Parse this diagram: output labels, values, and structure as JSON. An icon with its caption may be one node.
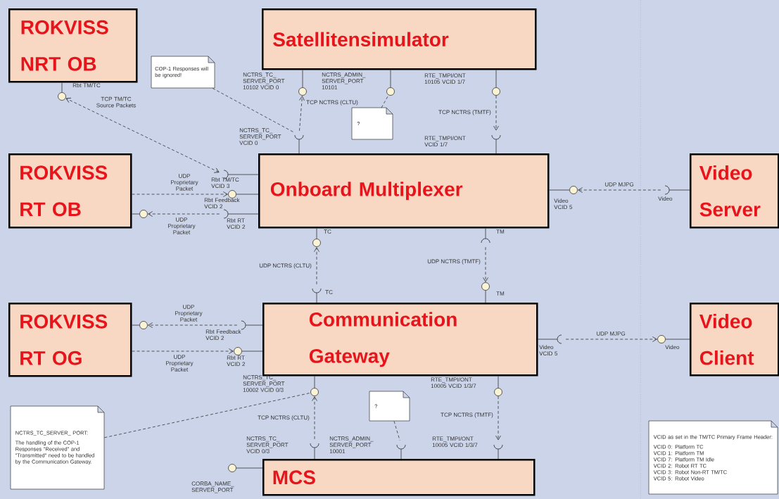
{
  "diagram": {
    "nodes": [
      {
        "text": [
          "ROKVISS NRT OB"
        ]
      },
      {
        "text": [
          "Satellitensimulator"
        ]
      },
      {
        "text": [
          "ROKVISS RT OB"
        ]
      },
      {
        "text": [
          "Onboard Multiplexer"
        ]
      },
      {
        "text": [
          "Video Server"
        ]
      },
      {
        "text": [
          "ROKVISS RT OG"
        ]
      },
      {
        "text": [
          "Communication Gateway"
        ]
      },
      {
        "text": [
          "Video Client"
        ]
      },
      {
        "text": [
          "MCS"
        ]
      },
      {
        "text": [
          "COP-1 Responses will be ignored!"
        ]
      },
      {
        "text": [
          "?"
        ]
      },
      {
        "text": [
          "?"
        ]
      },
      {
        "text": [
          "NCTRS_TC_SERVER_ PORT:",
          "The handling of the COP-1 Responses \"Received\" and \"Transmitted\" need to be handled by the Communication Gateway."
        ]
      },
      {
        "text": [
          "VCID as set in the TM/TC Primary Frame Header:",
          "VCID 0: Platform TC",
          "VCID 1: Platform TM",
          "VCID 7: Platform TM Idle",
          "VCID 2: Robot RT TC",
          "VCID 3: Robot Non-RT TM/TC",
          "VCID 5: Robot Video"
        ]
      },
      {
        "text": [],
        "shape": "circle"
      },
      {
        "text": [],
        "shape": "circle"
      },
      {
        "text": [],
        "shape": "circle"
      },
      {
        "text": [],
        "shape": "circle"
      },
      {
        "text": [],
        "shape": "socket"
      },
      {
        "text": [],
        "shape": "socket"
      },
      {
        "text": [],
        "shape": "socket"
      },
      {
        "text": [],
        "shape": "circle"
      },
      {
        "text": [],
        "shape": "socket"
      },
      {
        "text": [],
        "shape": "circle"
      },
      {
        "text": [],
        "shape": "circle"
      },
      {
        "text": [],
        "shape": "socket"
      },
      {
        "text": [],
        "shape": "circle"
      },
      {
        "text": [],
        "shape": "socket"
      },
      {
        "text": [],
        "shape": "socket"
      },
      {
        "text": [],
        "shape": "circle"
      },
      {
        "text": [],
        "shape": "circle"
      },
      {
        "text": [],
        "shape": "socket"
      },
      {
        "text": [],
        "shape": "circle"
      },
      {
        "text": [],
        "shape": "socket"
      },
      {
        "text": [],
        "shape": "circle"
      },
      {
        "text": [],
        "shape": "circle"
      },
      {
        "text": [],
        "shape": "circle"
      },
      {
        "text": [],
        "shape": "socket"
      },
      {
        "text": [],
        "shape": "socket"
      },
      {
        "text": [],
        "shape": "socket"
      },
      {
        "text": [],
        "shape": "circle"
      }
    ],
    "edges": [
      {
        "from": 0,
        "to": 14,
        "arrow": "none"
      },
      {
        "from": 1,
        "to": 15,
        "arrow": "none"
      },
      {
        "from": 1,
        "to": 16,
        "arrow": "none"
      },
      {
        "from": 1,
        "to": 17,
        "arrow": "none"
      },
      {
        "from": 3,
        "to": 18,
        "arrow": "none"
      },
      {
        "from": 3,
        "to": 19,
        "arrow": "none"
      },
      {
        "from": 3,
        "to": 20,
        "arrow": "none"
      },
      {
        "from": 3,
        "to": 21,
        "arrow": "none"
      },
      {
        "from": 3,
        "to": 22,
        "arrow": "none"
      },
      {
        "from": 2,
        "to": 23,
        "arrow": "none"
      },
      {
        "from": 3,
        "to": 24,
        "arrow": "none"
      },
      {
        "from": 4,
        "to": 25,
        "arrow": "none"
      },
      {
        "from": 3,
        "to": 26,
        "arrow": "none"
      },
      {
        "from": 3,
        "to": 27,
        "arrow": "none"
      },
      {
        "from": 6,
        "to": 28,
        "arrow": "none"
      },
      {
        "from": 6,
        "to": 29,
        "arrow": "none"
      },
      {
        "from": 5,
        "to": 30,
        "arrow": "none"
      },
      {
        "from": 6,
        "to": 31,
        "arrow": "none"
      },
      {
        "from": 6,
        "to": 32,
        "arrow": "none"
      },
      {
        "from": 6,
        "to": 33,
        "arrow": "none"
      },
      {
        "from": 7,
        "to": 34,
        "arrow": "none"
      },
      {
        "from": 6,
        "to": 35,
        "arrow": "none"
      },
      {
        "from": 6,
        "to": 36,
        "arrow": "none"
      },
      {
        "from": 8,
        "to": 37,
        "arrow": "none"
      },
      {
        "from": 8,
        "to": 38,
        "arrow": "none"
      },
      {
        "from": 8,
        "to": 39,
        "arrow": "none"
      },
      {
        "from": 8,
        "to": 40,
        "arrow": "none"
      },
      {
        "from": 20,
        "to": 14,
        "arrow": "both",
        "style": "dashed",
        "label": "TCP TM/TC Source Packets"
      },
      {
        "from": 2,
        "to": 21,
        "arrow": "to",
        "style": "dashed",
        "label": "UDP Proprietary Packet"
      },
      {
        "from": 22,
        "to": 23,
        "arrow": "to",
        "style": "dashed",
        "label": "UDP Proprietary Packet"
      },
      {
        "from": 18,
        "to": 15,
        "arrow": "to",
        "style": "dashed",
        "label": "TCP NCTRS (CLTU)"
      },
      {
        "from": 17,
        "to": 19,
        "arrow": "to",
        "style": "dashed",
        "label": "TCP NCTRS (TMTF)"
      },
      {
        "from": 25,
        "to": 24,
        "arrow": "to",
        "style": "dashed",
        "label": "UDP MJPG"
      },
      {
        "from": 28,
        "to": 26,
        "arrow": "to",
        "style": "dashed",
        "label": "UDP NCTRS (CLTU)"
      },
      {
        "from": 27,
        "to": 29,
        "arrow": "to",
        "style": "dashed",
        "label": "UDP NCTRS (TMTF)"
      },
      {
        "from": 31,
        "to": 30,
        "arrow": "to",
        "style": "dashed",
        "label": "UDP Proprietary Packet"
      },
      {
        "from": 5,
        "to": 32,
        "arrow": "to",
        "style": "dashed",
        "label": "UDP Proprietary Packet"
      },
      {
        "from": 33,
        "to": 34,
        "arrow": "to",
        "style": "dashed",
        "label": "UDP MJPG"
      },
      {
        "from": 37,
        "to": 35,
        "arrow": "to",
        "style": "dashed",
        "label": "TCP NCTRS (CLTU)"
      },
      {
        "from": 36,
        "to": 39,
        "arrow": "to",
        "style": "dashed",
        "label": "TCP NCTRS (TMTF)"
      },
      {
        "from": 9,
        "to": 18,
        "arrow": "none",
        "style": "dashed"
      },
      {
        "from": 10,
        "to": 16,
        "arrow": "none",
        "style": "dashed"
      },
      {
        "from": 11,
        "to": 38,
        "arrow": "none",
        "style": "dashed"
      },
      {
        "from": 12,
        "to": 35,
        "arrow": "none",
        "style": "dashed"
      }
    ],
    "labels": [
      "Rbt TM/TC",
      "NCTRS_TC_ SERVER_PORT 10102 VCID 0",
      "NCTRS_ADMIN_ SERVER_PORT 10101",
      "RTE_TMPI/ONT 10105 VCID 1/7",
      "NCTRS_TC_ SERVER_PORT VCID 0",
      "RTE_TMPI/ONT VCID 1/7",
      "Rbt TM/TC VCID 3",
      "Rbt Feedback VCID 2",
      "Rbt RT VCID 2",
      "Video VCID 5",
      "Video",
      "TC",
      "TM",
      "TC",
      "TM",
      "Rbt Feedback VCID 2",
      "Rbt RT VCID 2",
      "Video VCID 5",
      "Video",
      "NCTRS_TC_ SERVER_PORT 10002 VCID 0/3",
      "RTE_TMPI/ONT 10005 VCID 1/3/7",
      "NCTRS_TC_ SERVER_PORT VCID 0/3",
      "NCTRS_ADMIN_ SERVER_PORT 10001",
      "RTE_TMPI/ONT 10005 VCID 1/3/7",
      "CORBA_NAME_ SERVER_PORT"
    ]
  }
}
